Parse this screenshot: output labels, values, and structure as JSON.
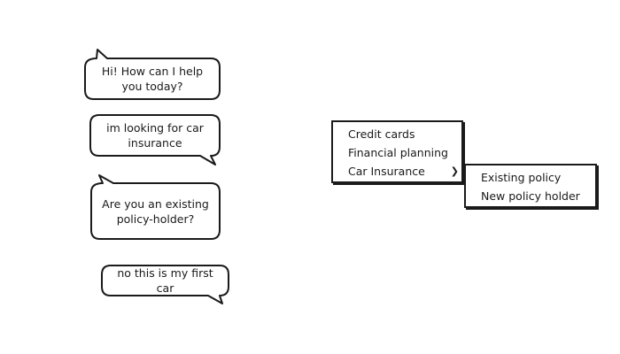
{
  "chat": {
    "messages": [
      {
        "text": "Hi! How can I help\nyou today?"
      },
      {
        "text": "im looking for car\ninsurance"
      },
      {
        "text": "Are you an existing\npolicy-holder?"
      },
      {
        "text": "no this is my first\ncar"
      }
    ]
  },
  "menu": {
    "items": [
      {
        "label": "Credit cards"
      },
      {
        "label": "Financial planning"
      },
      {
        "label": "Car Insurance",
        "submenu_indicator": "❯"
      }
    ],
    "submenu": {
      "items": [
        {
          "label": "Existing policy"
        },
        {
          "label": "New policy holder"
        }
      ]
    }
  },
  "colors": {
    "stroke": "#1a1a1a",
    "fill": "#ffffff"
  }
}
